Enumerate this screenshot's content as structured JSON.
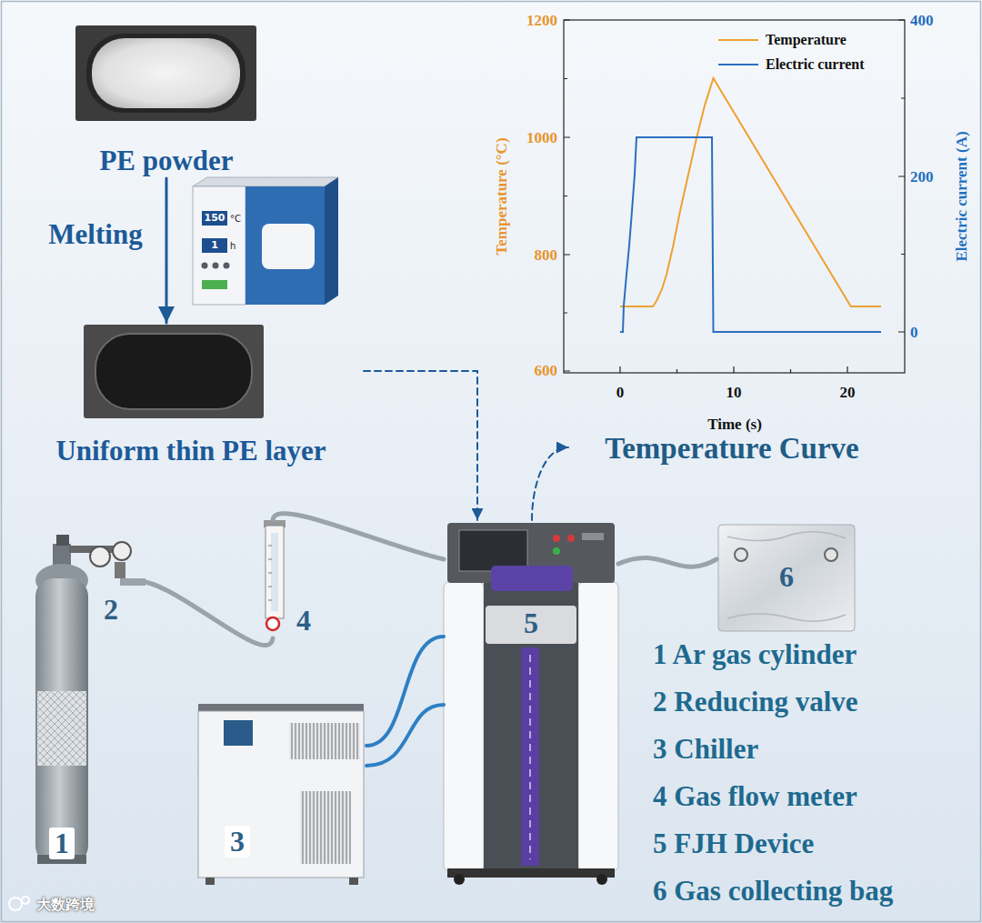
{
  "diagram": {
    "nodes": [
      {
        "text": [
          "PE powder"
        ]
      },
      {
        "text": [
          "Uniform thin PE layer"
        ]
      },
      {
        "text": [
          "Temperature Curve"
        ]
      },
      {
        "text": [
          "1"
        ]
      },
      {
        "text": [
          "2"
        ]
      },
      {
        "text": [
          "4"
        ]
      },
      {
        "text": [
          "3"
        ]
      },
      {
        "text": [
          "5"
        ]
      },
      {
        "text": [
          "6"
        ]
      }
    ],
    "edges": [
      {
        "from": 0,
        "to": 1,
        "arrow": "to",
        "label": "Melting"
      },
      {
        "from": 1,
        "to": 7,
        "arrow": "to"
      },
      {
        "from": 7,
        "to": 2,
        "arrow": "to"
      },
      {
        "from": 4,
        "to": 5,
        "arrow": "none"
      },
      {
        "from": 5,
        "to": 7,
        "arrow": "none"
      },
      {
        "from": 6,
        "to": 7,
        "arrow": "none"
      },
      {
        "from": 6,
        "to": 7,
        "arrow": "none"
      },
      {
        "from": 7,
        "to": 8,
        "arrow": "none"
      }
    ],
    "labels": [
      "150",
      "°C",
      "1",
      "h",
      "1200",
      "1000",
      "800",
      "600",
      "400",
      "200",
      "0",
      "0",
      "10",
      "20",
      "Temperature (°C)",
      "Electric current (A)",
      "Time (s)",
      "1 Ar gas cylinder",
      "2 Reducing valve",
      "3 Chiller",
      "4 Gas flow meter",
      "5 FJH Device",
      "6 Gas collecting bag",
      "大数跨境"
    ],
    "legend": [
      {
        "text": "Temperature"
      },
      {
        "text": "Electric current"
      }
    ]
  }
}
